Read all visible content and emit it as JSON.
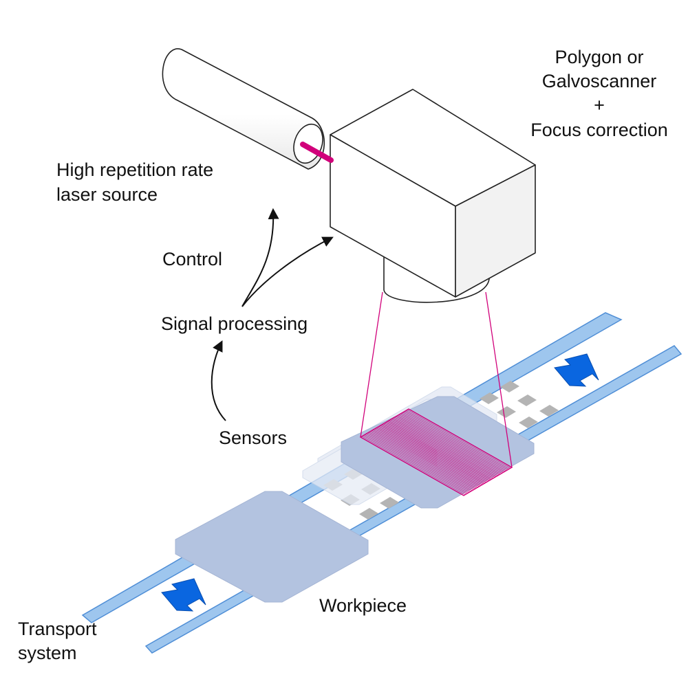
{
  "labels": {
    "scanner_line1": "Polygon or",
    "scanner_line2": "Galvoscanner",
    "scanner_line3": "+",
    "scanner_line4": "Focus correction",
    "laser_line1": "High repetition rate",
    "laser_line2": "laser source",
    "control": "Control",
    "signal_processing": "Signal processing",
    "sensors": "Sensors",
    "workpiece": "Workpiece",
    "transport_line1": "Transport",
    "transport_line2": "system"
  },
  "colors": {
    "rail": "#9ec6ee",
    "rail_stroke": "#4f8ed6",
    "workpiece": "#b3c3e0",
    "workpiece_ghost": "#e2e8f3",
    "pad": "#b4b4b4",
    "arrow_blue": "#0a66e0",
    "laser_beam": "#d1007a",
    "box_light": "#ffffff",
    "box_shade": "#f2f2f2",
    "outline": "#222222"
  },
  "icons": {
    "transport_direction": "arrow-up-right-icon",
    "flow_arrow": "curved-arrow-icon"
  }
}
